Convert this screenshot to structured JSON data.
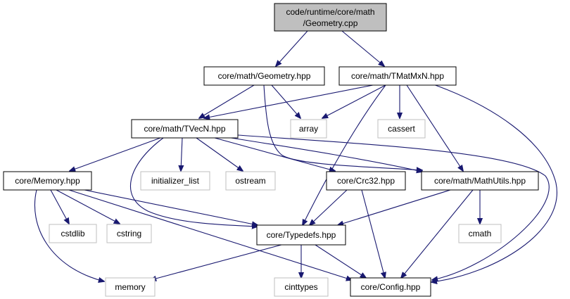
{
  "colors": {
    "edge": "#191970",
    "root_fill": "#bfbfbf",
    "internal_border": "#000000",
    "external_border": "#bfbfbf",
    "fill": "#ffffff"
  },
  "nodes": {
    "root": {
      "label_line1": "code/runtime/core/math",
      "label_line2": "/Geometry.cpp"
    },
    "geometry_hpp": {
      "label": "core/math/Geometry.hpp"
    },
    "tmatmxn_hpp": {
      "label": "core/math/TMatMxN.hpp"
    },
    "tvecn_hpp": {
      "label": "core/math/TVecN.hpp"
    },
    "array": {
      "label": "array"
    },
    "cassert": {
      "label": "cassert"
    },
    "memory_hpp": {
      "label": "core/Memory.hpp"
    },
    "initializer_list": {
      "label": "initializer_list"
    },
    "ostream": {
      "label": "ostream"
    },
    "crc32_hpp": {
      "label": "core/Crc32.hpp"
    },
    "mathutils_hpp": {
      "label": "core/math/MathUtils.hpp"
    },
    "cstdlib": {
      "label": "cstdlib"
    },
    "cstring": {
      "label": "cstring"
    },
    "typedefs_hpp": {
      "label": "core/Typedefs.hpp"
    },
    "cmath": {
      "label": "cmath"
    },
    "memory": {
      "label": "memory"
    },
    "cinttypes": {
      "label": "cinttypes"
    },
    "config_hpp": {
      "label": "core/Config.hpp"
    }
  }
}
